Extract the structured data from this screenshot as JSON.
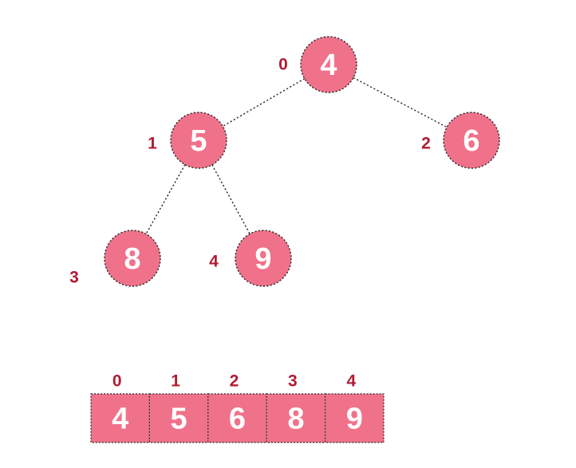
{
  "colors": {
    "node_fill": "#f0728a",
    "index_label": "#b01c32",
    "outline": "#2b2b2b",
    "value_text": "#ffffff"
  },
  "tree": {
    "nodes": [
      {
        "index": "0",
        "value": "4"
      },
      {
        "index": "1",
        "value": "5"
      },
      {
        "index": "2",
        "value": "6"
      },
      {
        "index": "3",
        "value": "8"
      },
      {
        "index": "4",
        "value": "9"
      }
    ],
    "edges": [
      {
        "from": 0,
        "to": 1
      },
      {
        "from": 0,
        "to": 2
      },
      {
        "from": 1,
        "to": 3
      },
      {
        "from": 1,
        "to": 4
      }
    ]
  },
  "array": {
    "cells": [
      {
        "index": "0",
        "value": "4"
      },
      {
        "index": "1",
        "value": "5"
      },
      {
        "index": "2",
        "value": "6"
      },
      {
        "index": "3",
        "value": "8"
      },
      {
        "index": "4",
        "value": "9"
      }
    ]
  }
}
